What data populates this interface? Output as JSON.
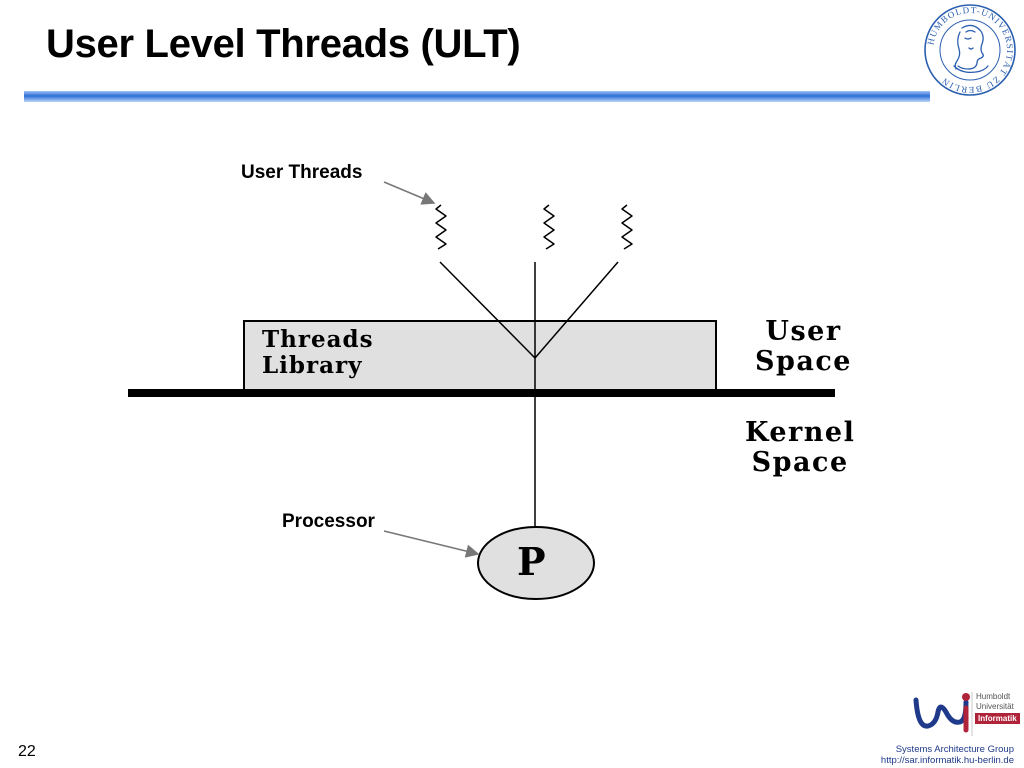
{
  "slide": {
    "title": "User Level Threads (ULT)",
    "page_number": "22"
  },
  "diagram": {
    "annotations": {
      "user_threads": "User Threads",
      "processor": "Processor"
    },
    "library_box": {
      "line1": "Threads",
      "line2": "Library"
    },
    "regions": {
      "user_space": {
        "line1": "User",
        "line2": "Space"
      },
      "kernel_space": {
        "line1": "Kernel",
        "line2": "Space"
      }
    },
    "processor_label": "P",
    "thread_count": 3
  },
  "seal": {
    "text": "HUMBOLDT-UNIVERSITÄT ZU BERLIN",
    "icon": "humboldt-seal-icon"
  },
  "footer": {
    "logo": {
      "line1": "Humboldt",
      "line2": "Universität",
      "line3": "Informatik",
      "icon": "hu-informatik-logo-icon"
    },
    "group": "Systems Architecture Group",
    "url": "http://sar.informatik.hu-berlin.de"
  },
  "colors": {
    "title_rule": "#2f6fd6",
    "library_fill": "#e0e0e0",
    "processor_fill": "#e0e0e0",
    "seal_blue": "#2b5fb0",
    "logo_blue": "#1f3a8a",
    "logo_red": "#b0243a",
    "footer_text": "#1f3a8a"
  }
}
